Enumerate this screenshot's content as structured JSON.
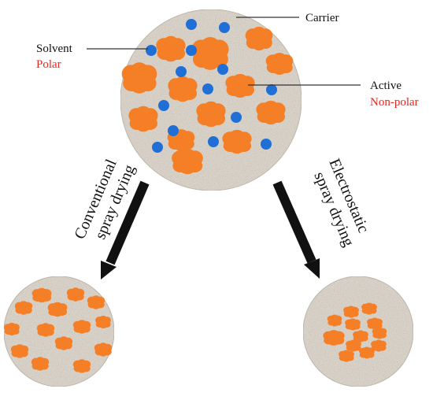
{
  "labels": {
    "carrier": "Carrier",
    "solvent": "Solvent",
    "solvent_type": "Polar",
    "active": "Active",
    "active_type": "Non-polar",
    "conventional_line1": "Conventional",
    "conventional_line2": "spray drying",
    "electrostatic_line1": "Electrostatic",
    "electrostatic_line2": "spray drying"
  },
  "colors": {
    "carrier_fill": "#d9d2c8",
    "carrier_stroke": "#bdb4a8",
    "active": "#f57f26",
    "active_edge": "#e66d12",
    "solvent": "#1f6fd6",
    "solvent_edge": "#1458b5",
    "arrow": "#111111",
    "leader_line": "#333333",
    "red_text": "#e8261c"
  },
  "icons": {
    "solvent_particle": "blue-dot",
    "active_particle": "orange-blob",
    "process_arrow": "thick-arrow"
  }
}
